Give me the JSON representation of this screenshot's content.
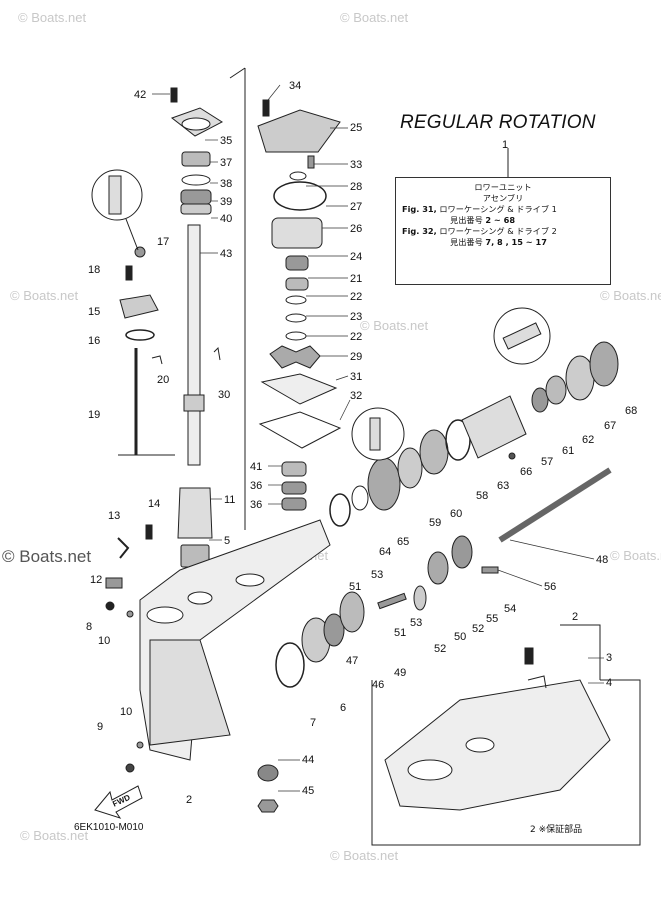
{
  "watermark": "© Boats.net",
  "title": "REGULAR ROTATION",
  "info_box": {
    "callout": "1",
    "line1": "ロワーユニット",
    "line2": "アセンブリ",
    "fig31_label": "Fig. 31,",
    "fig31_text": "ロワーケーシング & ドライブ 1",
    "fig31_sub_label": "見出番号",
    "fig31_sub_val": "2 ~ 68",
    "fig32_label": "Fig. 32,",
    "fig32_text": "ロワーケーシング & ドライブ 2",
    "fig32_sub_label": "見出番号",
    "fig32_sub_val": "7, 8 , 15 ~ 17"
  },
  "diagram_code": "6EK1010-M010",
  "footer_note": "2 ※保証部品",
  "fwd_label": "FWD",
  "callouts": {
    "c42": "42",
    "c35": "35",
    "c37": "37",
    "c38": "38",
    "c39": "39",
    "c40": "40",
    "c43": "43",
    "c17": "17",
    "c18": "18",
    "c15": "15",
    "c16": "16",
    "c20": "20",
    "c30": "30",
    "c19": "19",
    "c34": "34",
    "c25": "25",
    "c33": "33",
    "c28": "28",
    "c27": "27",
    "c26": "26",
    "c24": "24",
    "c21": "21",
    "c22a": "22",
    "c23": "23",
    "c22b": "22",
    "c29": "29",
    "c31": "31",
    "c32": "32",
    "c41": "41",
    "c36a": "36",
    "c36b": "36",
    "c11": "11",
    "c5": "5",
    "c13": "13",
    "c14": "14",
    "c12": "12",
    "c8": "8",
    "c10a": "10",
    "c10b": "10",
    "c9": "9",
    "c2a": "2",
    "c2b": "2",
    "c3": "3",
    "c4": "4",
    "c44": "44",
    "c45": "45",
    "c7": "7",
    "c6": "6",
    "c47": "47",
    "c46": "46",
    "c49": "49",
    "c53a": "53",
    "c51a": "51",
    "c51b": "51",
    "c53b": "53",
    "c52a": "52",
    "c50": "50",
    "c52b": "52",
    "c55": "55",
    "c54": "54",
    "c56": "56",
    "c48": "48",
    "c64": "64",
    "c65": "65",
    "c59": "59",
    "c60": "60",
    "c58": "58",
    "c63": "63",
    "c66": "66",
    "c57": "57",
    "c61": "61",
    "c62": "62",
    "c67": "67",
    "c68": "68"
  }
}
